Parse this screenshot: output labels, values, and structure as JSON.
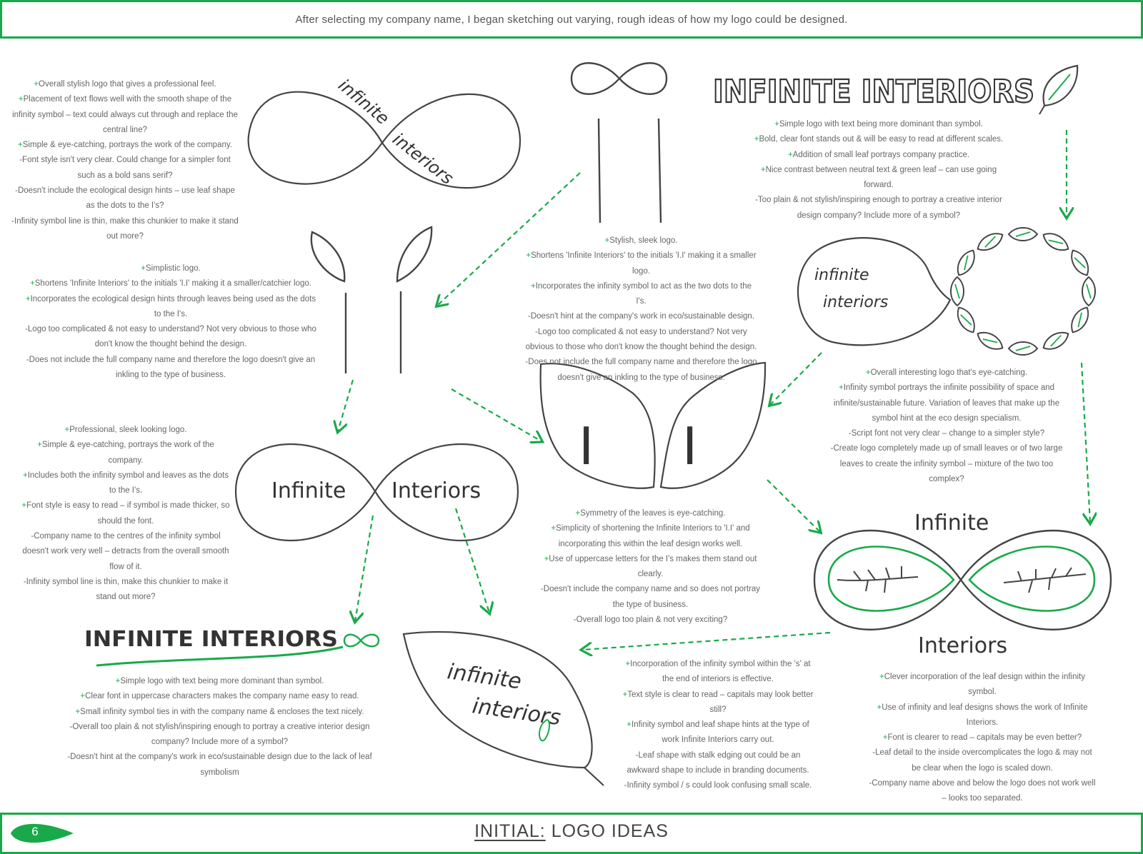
{
  "banner": {
    "intro": "After selecting my company name, I began sketching out varying, rough ideas of how my logo could be designed."
  },
  "footer": {
    "page_number": "6",
    "title_underlined": "INITIAL:",
    "title_rest": " LOGO IDEAS"
  },
  "sketch_text": {
    "infinite_interiors_bold": "INFINITE INTERIORS",
    "infinite_script": "infinite",
    "interiors_script": "interiors",
    "infinite": "Infinite",
    "interiors": "Interiors",
    "interiors_cap": "Interiors",
    "letter_i": "I",
    "infinite_interiors_caps": "INFINITE INTERIORS",
    "leaf_infinite": "infinite",
    "leaf_interiors": "interiors"
  },
  "notes": {
    "n1": [
      {
        "sign": "+",
        "text": "Overall stylish logo that gives a professional feel."
      },
      {
        "sign": "+",
        "text": "Placement of text flows well with the smooth shape of the infinity symbol – text could always cut through and replace the central line?"
      },
      {
        "sign": "+",
        "text": "Simple & eye-catching, portrays the work of the company."
      },
      {
        "sign": "-",
        "text": "Font style isn't very clear. Could change for a simpler font such as a bold sans serif?"
      },
      {
        "sign": "-",
        "text": "Doesn't include the ecological design hints – use leaf shape as the dots to the I's?"
      },
      {
        "sign": "-",
        "text": "Infinity symbol line is thin, make this chunkier to make it stand out more?"
      }
    ],
    "n2": [
      {
        "sign": "+",
        "text": "Simplistic logo."
      },
      {
        "sign": "+",
        "text": "Shortens 'Infinite Interiors' to the initials 'I.I' making it a smaller/catchier logo."
      },
      {
        "sign": "+",
        "text": "Incorporates the ecological design hints through leaves being used as the dots to the I's."
      },
      {
        "sign": "-",
        "text": "Logo too complicated & not easy to understand? Not very obvious to those who don't know the thought behind the design."
      },
      {
        "sign": "-",
        "text": "Does not include the full company name and therefore the logo doesn't give an inkling to the type of business."
      }
    ],
    "n3": [
      {
        "sign": "+",
        "text": "Stylish, sleek logo."
      },
      {
        "sign": "+",
        "text": "Shortens 'Infinite Interiors' to the initials 'I.I' making it a smaller logo."
      },
      {
        "sign": "+",
        "text": "Incorporates the infinity symbol to act as the two dots to the I's."
      },
      {
        "sign": "-",
        "text": "Doesn't hint at the company's work in eco/sustainable design."
      },
      {
        "sign": "-",
        "text": "Logo too complicated & not easy to understand? Not very obvious to those who don't know the thought behind the design."
      },
      {
        "sign": "-",
        "text": "Does not include the full company name and therefore the logo doesn't give an inkling to the type of business."
      }
    ],
    "n4": [
      {
        "sign": "+",
        "text": "Simple logo with text being more dominant than symbol."
      },
      {
        "sign": "+",
        "text": "Bold, clear font stands out & will be easy to read at different scales."
      },
      {
        "sign": "+",
        "text": "Addition of small leaf portrays company practice."
      },
      {
        "sign": "+",
        "text": "Nice contrast between neutral text & green leaf – can use going forward."
      },
      {
        "sign": "-",
        "text": "Too plain & not stylish/inspiring enough to portray a creative interior design company? Include more of a symbol?"
      }
    ],
    "n5": [
      {
        "sign": "+",
        "text": "Overall interesting logo that's eye-catching."
      },
      {
        "sign": "+",
        "text": "Infinity symbol portrays the infinite possibility of space and infinite/sustainable future. Variation of leaves that make up the symbol hint at the eco design specialism."
      },
      {
        "sign": "-",
        "text": "Script font not very clear – change to a simpler style?"
      },
      {
        "sign": "-",
        "text": "Create logo completely made up of small leaves or of two large leaves to create the infinity symbol – mixture of the two too complex?"
      }
    ],
    "n6": [
      {
        "sign": "+",
        "text": "Professional, sleek looking logo."
      },
      {
        "sign": "+",
        "text": "Simple & eye-catching, portrays the work of the company."
      },
      {
        "sign": "+",
        "text": "Includes both the infinity symbol and leaves as the dots to the I's."
      },
      {
        "sign": "+",
        "text": "Font style is easy to read – if symbol is made thicker, so should the font."
      },
      {
        "sign": "-",
        "text": "Company name to the centres of the infinity symbol doesn't work very well – detracts from the overall smooth flow of it."
      },
      {
        "sign": "-",
        "text": "Infinity symbol line is thin, make this chunkier to make it stand out more?"
      }
    ],
    "n7": [
      {
        "sign": "+",
        "text": "Symmetry of the leaves is eye-catching."
      },
      {
        "sign": "+",
        "text": "Simplicity of shortening the Infinite Interiors to 'I.I' and incorporating this within the leaf design works well."
      },
      {
        "sign": "+",
        "text": "Use of uppercase letters for the I's makes them stand out clearly."
      },
      {
        "sign": "-",
        "text": "Doesn't include the company name and so does not portray the type of business."
      },
      {
        "sign": "-",
        "text": "Overall logo too plain & not very exciting?"
      }
    ],
    "n8": [
      {
        "sign": "+",
        "text": "Simple logo with text being more dominant than symbol."
      },
      {
        "sign": "+",
        "text": "Clear font in uppercase characters makes the company name easy to read."
      },
      {
        "sign": "+",
        "text": "Small infinity symbol ties in with the company name & encloses the text nicely."
      },
      {
        "sign": "-",
        "text": "Overall too plain & not stylish/inspiring enough to portray a creative interior design company? Include more of a symbol?"
      },
      {
        "sign": "-",
        "text": "Doesn't hint at the company's work in eco/sustainable design due to the lack of leaf symbolism"
      }
    ],
    "n9": [
      {
        "sign": "+",
        "text": "Incorporation of the infinity symbol within the 's' at the end of interiors is effective."
      },
      {
        "sign": "+",
        "text": "Text style is clear to read – capitals may look better still?"
      },
      {
        "sign": "+",
        "text": "Infinity symbol and leaf shape hints at the type of work Infinite Interiors carry out."
      },
      {
        "sign": "-",
        "text": "Leaf shape with stalk edging out could be an awkward shape to include in branding documents."
      },
      {
        "sign": "-",
        "text": "Infinity symbol / s could look confusing small scale."
      }
    ],
    "n10": [
      {
        "sign": "+",
        "text": "Clever incorporation of the leaf design within the infinity symbol."
      },
      {
        "sign": "+",
        "text": "Use of infinity and leaf designs shows the work of Infinite Interiors."
      },
      {
        "sign": "+",
        "text": "Font is clearer to read – capitals may be even better?"
      },
      {
        "sign": "-",
        "text": "Leaf detail to the inside overcomplicates the logo & may not be clear when the logo is scaled down."
      },
      {
        "sign": "-",
        "text": "Company name above and below the logo does not work well – looks too separated."
      }
    ]
  },
  "colors": {
    "accent": "#19a94a",
    "ink": "#333333",
    "text": "#666666"
  }
}
